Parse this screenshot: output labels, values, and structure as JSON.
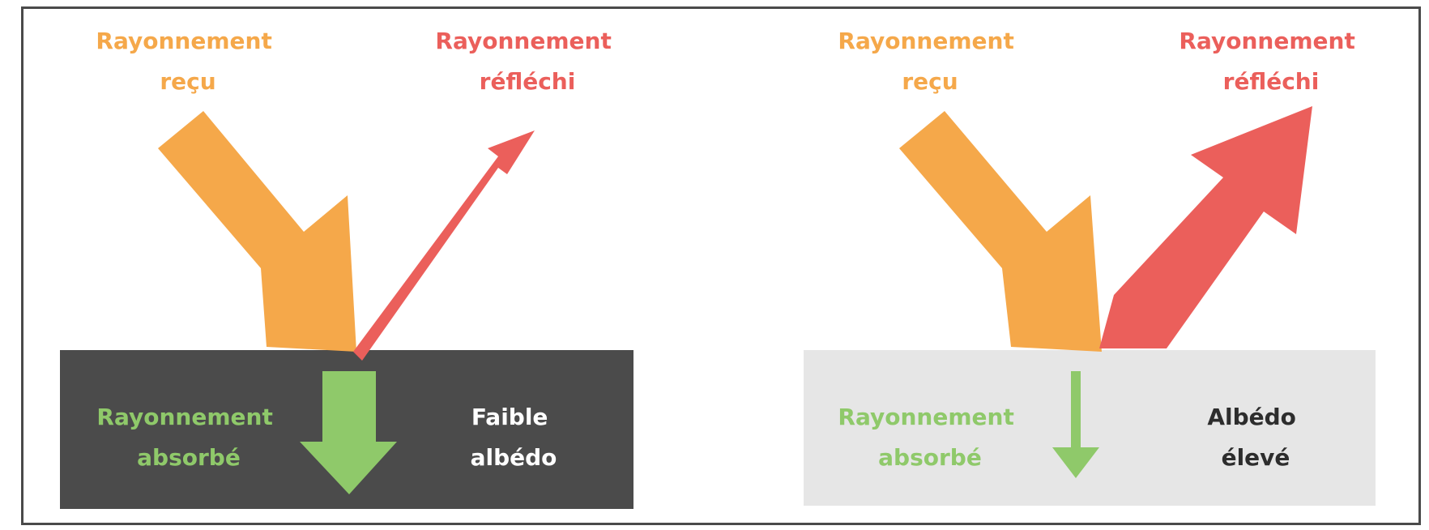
{
  "colors": {
    "received": "#f5a84a",
    "reflected": "#eb5f5b",
    "absorbed": "#8fc96a",
    "dark_surface": "#4b4b4b",
    "light_surface": "#e6e6e6",
    "frame": "#4a4a4a",
    "text_light": "#ffffff",
    "text_dark": "#2d2d2d"
  },
  "panels": [
    {
      "received_label": [
        "Rayonnement",
        "reçu"
      ],
      "reflected_label": [
        "Rayonnement",
        "réfléchi"
      ],
      "absorbed_label": [
        "Rayonnement",
        "absorbé"
      ],
      "albedo_label": [
        "Faible",
        "albédo"
      ],
      "surface": "dark",
      "reflected_strength": "small",
      "absorbed_strength": "large"
    },
    {
      "received_label": [
        "Rayonnement",
        "reçu"
      ],
      "reflected_label": [
        "Rayonnement",
        "réfléchi"
      ],
      "absorbed_label": [
        "Rayonnement",
        "absorbé"
      ],
      "albedo_label": [
        "Albédo",
        "élevé"
      ],
      "surface": "light",
      "reflected_strength": "large",
      "absorbed_strength": "small"
    }
  ]
}
